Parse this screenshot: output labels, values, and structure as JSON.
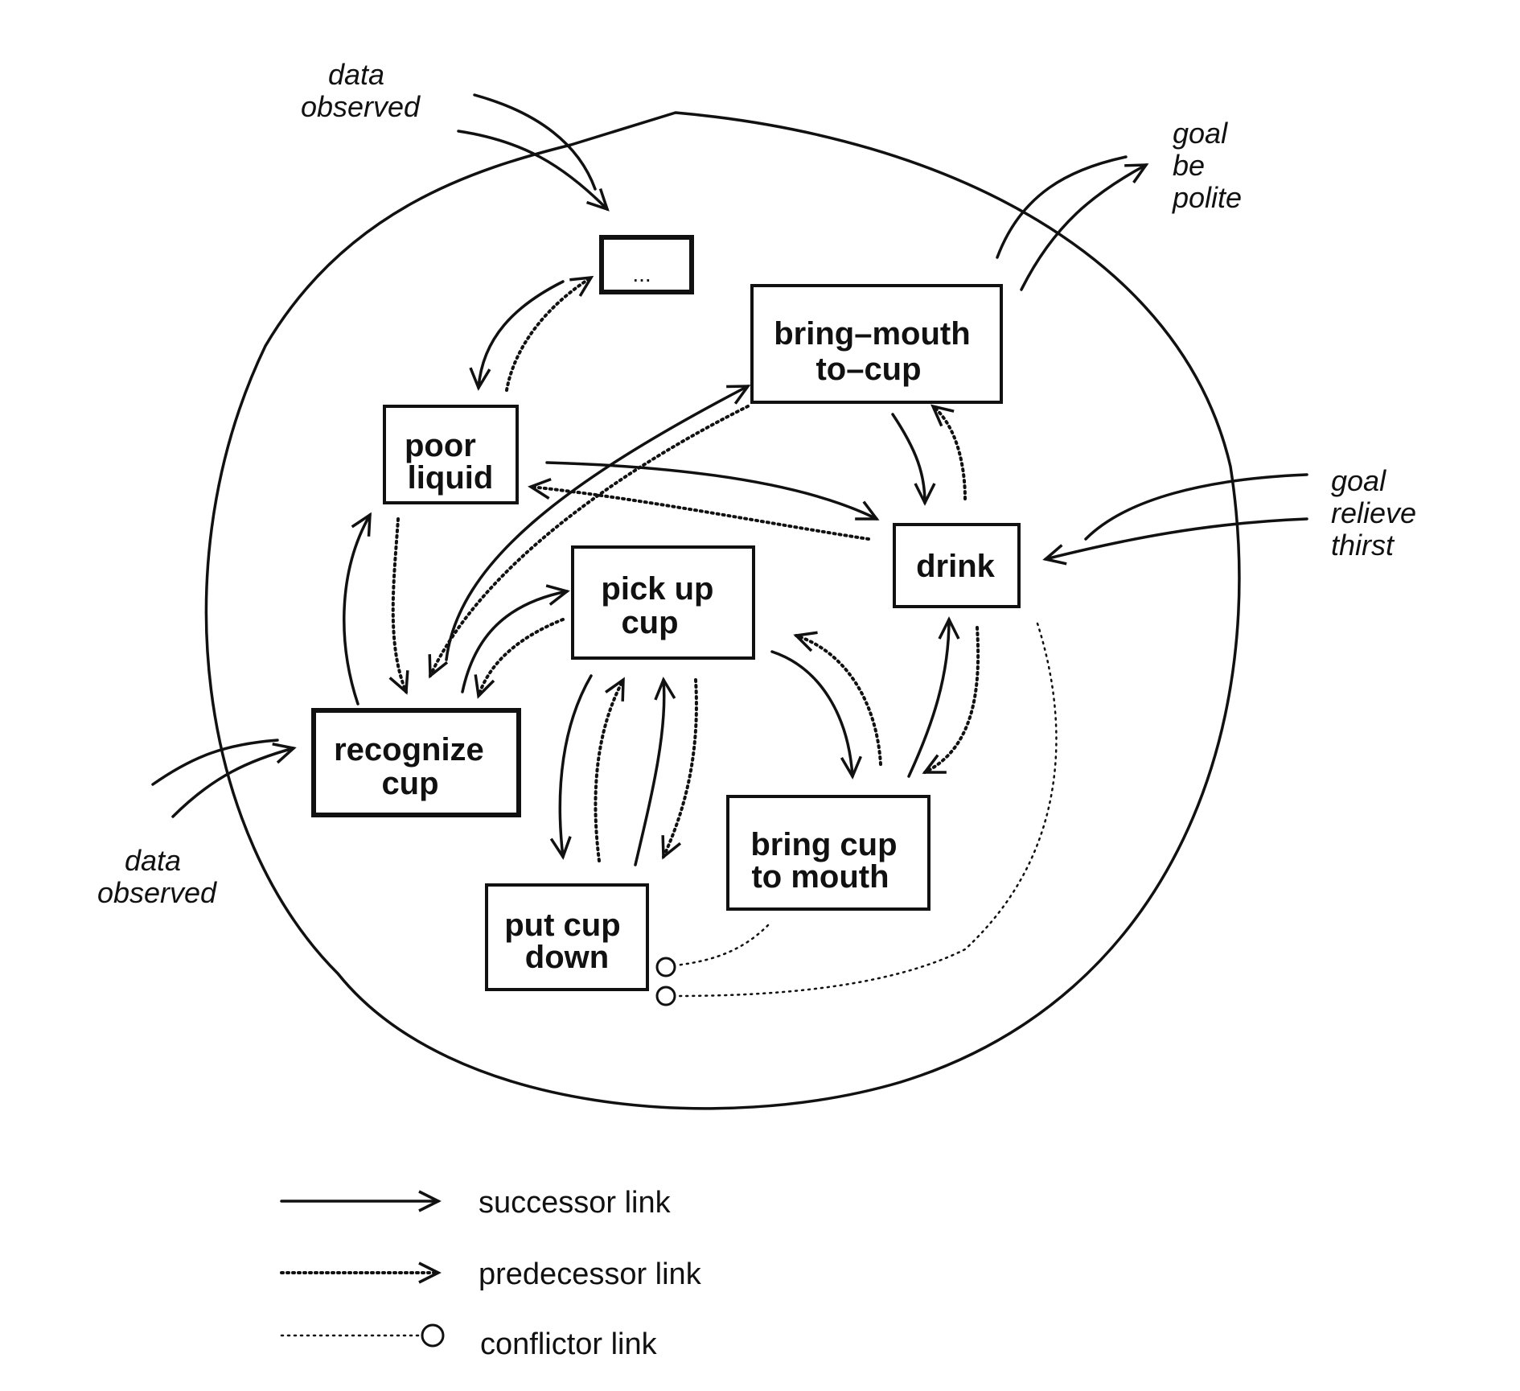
{
  "nodes": {
    "ellipsis": "...",
    "bring_mouth_to_cup": [
      "bring–mouth",
      "to–cup"
    ],
    "poor_liquid": [
      "poor",
      "liquid"
    ],
    "drink": [
      "drink"
    ],
    "pick_up_cup": [
      "pick up",
      "cup"
    ],
    "recognize_cup": [
      "recognize",
      "cup"
    ],
    "bring_cup_to_mouth": [
      "bring cup",
      "to mouth"
    ],
    "put_cup_down": [
      "put cup",
      "down"
    ]
  },
  "inputs": {
    "data_observed_top": [
      "data",
      "observed"
    ],
    "data_observed_left": [
      "data",
      "observed"
    ],
    "goal_be_polite": [
      "goal",
      "be",
      "polite"
    ],
    "goal_relieve_thirst": [
      "goal",
      "relieve",
      "thirst"
    ]
  },
  "legend": {
    "successor": "successor link",
    "predecessor": "predecessor link",
    "conflictor": "conflictor link"
  }
}
